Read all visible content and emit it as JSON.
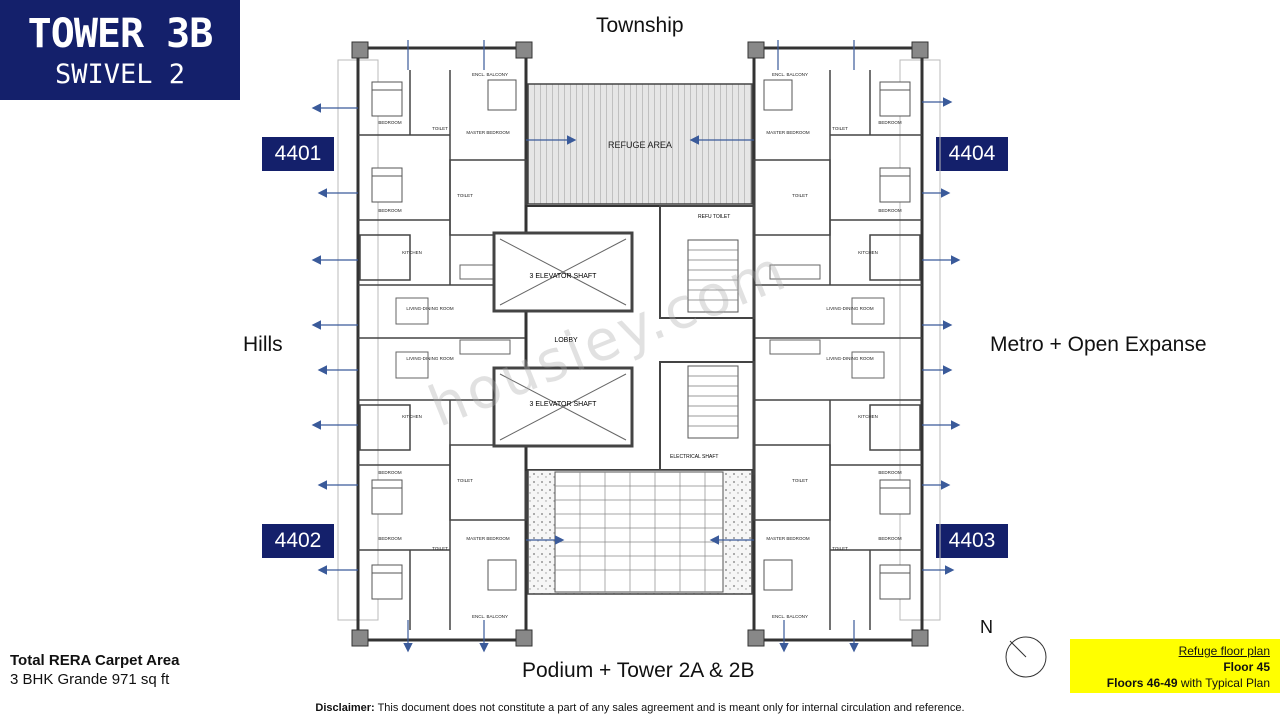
{
  "header": {
    "title": "TOWER 3B",
    "subtitle": "SWIVEL 2"
  },
  "directions": {
    "top": "Township",
    "left": "Hills",
    "right": "Metro + Open Expanse",
    "bottom": "Podium + Tower 2A & 2B"
  },
  "units": [
    "4401",
    "4404",
    "4402",
    "4403"
  ],
  "plan_labels": {
    "refuge": "REFUGE AREA",
    "elevator_top": "3 ELEVATOR SHAFT",
    "elevator_bottom": "3 ELEVATOR SHAFT",
    "lobby": "LOBBY",
    "bedroom": "BEDROOM",
    "master_bedroom": "MASTER BEDROOM",
    "toilet": "TOILET",
    "kitchen": "KITCHEN",
    "living_dining": "LIVING-DINING ROOM",
    "encl_balcony": "ENCL. BALCONY",
    "electrical_shaft": "ELECTRICAL SHAFT",
    "refu_toilet": "REFU TOILET"
  },
  "watermark": "housiey.com",
  "rera": {
    "title": "Total RERA Carpet Area",
    "value": "3 BHK Grande 971 sq ft"
  },
  "compass_label": "N",
  "legend": {
    "line1": "Refuge floor plan",
    "line2": "Floor 45",
    "line3_bold": "Floors 46-49",
    "line3_rest": " with Typical Plan"
  },
  "disclaimer": {
    "label": "Disclaimer:",
    "text": " This document does not constitute a part of any sales agreement and is meant only for internal circulation and reference."
  },
  "colors": {
    "brand_navy": "#14206b",
    "legend_yellow": "#ffff00",
    "arrow_blue": "#3a5a9a"
  }
}
